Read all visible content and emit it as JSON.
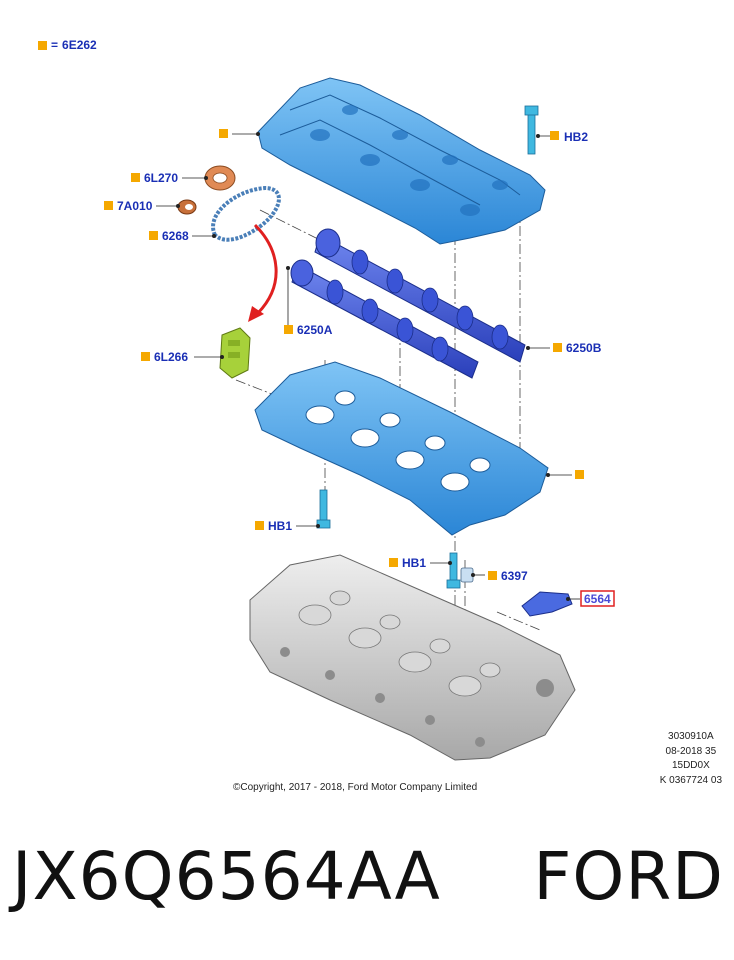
{
  "legend": {
    "symbol_label": "=",
    "code": "6E262"
  },
  "callouts": [
    {
      "id": "cam-cover",
      "label": ""
    },
    {
      "id": "hb2",
      "label": "HB2"
    },
    {
      "id": "6l270",
      "label": "6L270"
    },
    {
      "id": "7a010",
      "label": "7A010"
    },
    {
      "id": "6268",
      "label": "6268"
    },
    {
      "id": "6250a",
      "label": "6250A"
    },
    {
      "id": "6250b",
      "label": "6250B"
    },
    {
      "id": "6l266",
      "label": "6L266"
    },
    {
      "id": "carrier",
      "label": ""
    },
    {
      "id": "hb1-left",
      "label": "HB1"
    },
    {
      "id": "hb1-right",
      "label": "HB1"
    },
    {
      "id": "6397",
      "label": "6397"
    },
    {
      "id": "6564",
      "label": "6564"
    }
  ],
  "stamp": {
    "line1": "3030910A",
    "line2": "08-2018 35",
    "line3": "15DD0X",
    "line4": "K 0367724 03"
  },
  "copyright": "©Copyright, 2017 - 2018, Ford Motor Company Limited",
  "part_number": "JX6Q6564AA",
  "brand": "FORD",
  "colors": {
    "label": "#1a2fb5",
    "marker": "#f5a800",
    "part_blue": "#3fa0e8",
    "camshaft": "#3a54d6",
    "highlight": "#e02020"
  }
}
